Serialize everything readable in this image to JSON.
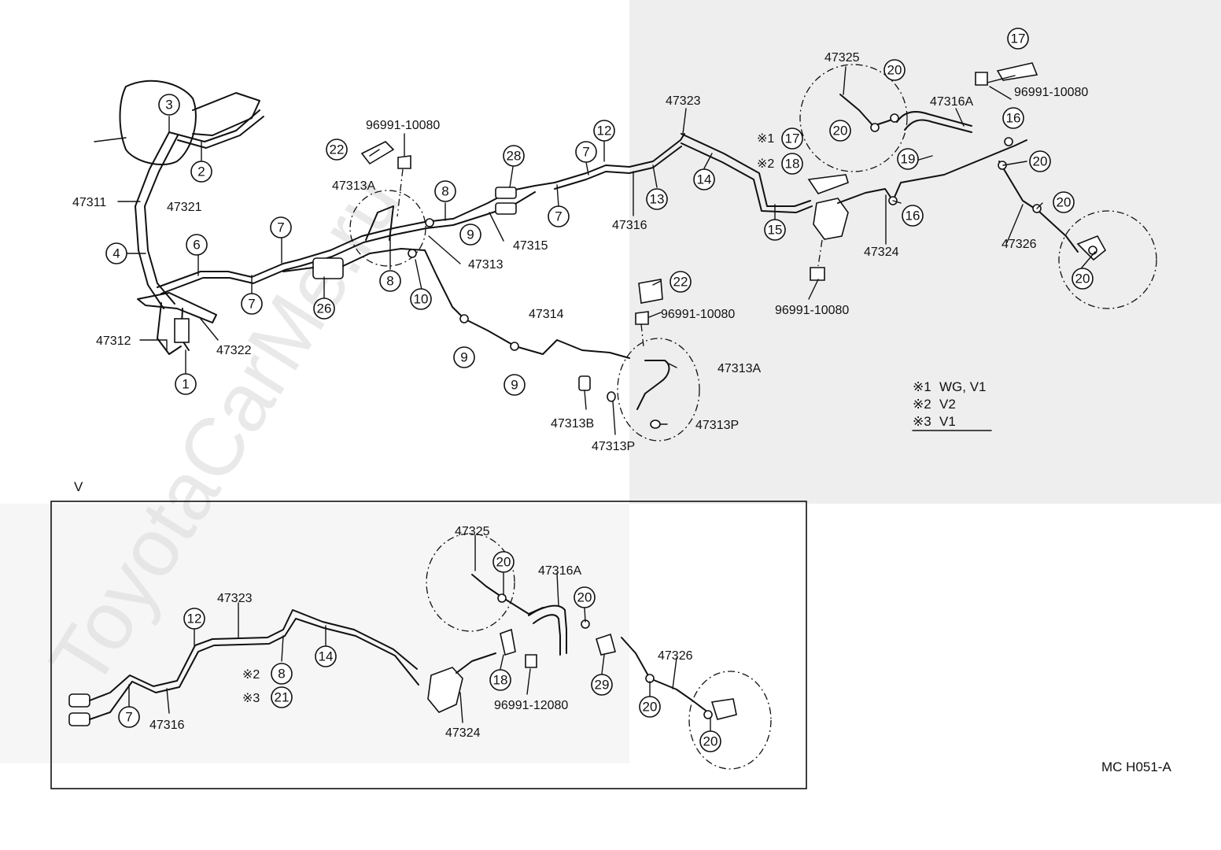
{
  "watermark": "ToyotaCarMe.ru",
  "section_label": "V",
  "figure_code": "MC  H051-A",
  "notes": [
    {
      "mark": "※1",
      "text": "WG, V1"
    },
    {
      "mark": "※2",
      "text": "V2"
    },
    {
      "mark": "※3",
      "text": "V1"
    }
  ],
  "callouts": {
    "c1": "1",
    "c2": "2",
    "c3": "3",
    "c4": "4",
    "c6": "6",
    "c7": "7",
    "c8": "8",
    "c9": "9",
    "c10": "10",
    "c12": "12",
    "c13": "13",
    "c14": "14",
    "c15": "15",
    "c16": "16",
    "c17": "17",
    "c18": "18",
    "c19": "19",
    "c20": "20",
    "c21": "21",
    "c22": "22",
    "c26": "26",
    "c28": "28",
    "c29": "29"
  },
  "part_numbers": {
    "p47311": "47311",
    "p47321": "47321",
    "p47312": "47312",
    "p47322": "47322",
    "p47313A": "47313A",
    "p47313": "47313",
    "p47315": "47315",
    "p47314": "47314",
    "p47313B": "47313B",
    "p47313P": "47313P",
    "p47316": "47316",
    "p47323": "47323",
    "p47324": "47324",
    "p47325": "47325",
    "p47316A": "47316A",
    "p47326": "47326",
    "clip_96991_10080": "96991-10080",
    "clip_96991_12080": "96991-12080",
    "mark_1": "※1",
    "mark_2": "※2",
    "mark_3": "※3"
  }
}
